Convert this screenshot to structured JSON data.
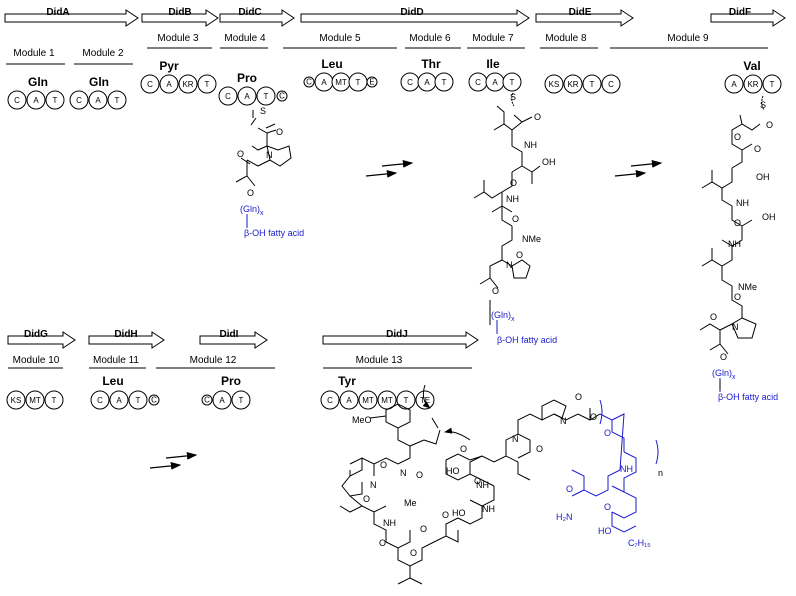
{
  "genes": [
    {
      "id": "DidA",
      "label": "DidA"
    },
    {
      "id": "DidB",
      "label": "DidB"
    },
    {
      "id": "DidC",
      "label": "DidC"
    },
    {
      "id": "DidD",
      "label": "DidD"
    },
    {
      "id": "DidE",
      "label": "DidE"
    },
    {
      "id": "DidF",
      "label": "DidF"
    },
    {
      "id": "DidG",
      "label": "DidG"
    },
    {
      "id": "DidH",
      "label": "DidH"
    },
    {
      "id": "DidI",
      "label": "DidI"
    },
    {
      "id": "DidJ",
      "label": "DidJ"
    }
  ],
  "modules": [
    "Module 1",
    "Module 2",
    "Module 3",
    "Module 4",
    "Module 5",
    "Module 6",
    "Module 7",
    "Module 8",
    "Module 9",
    "Module 10",
    "Module 11",
    "Module 12",
    "Module 13"
  ],
  "residues": [
    "Gln",
    "Gln",
    "Pyr",
    "Pro",
    "Leu",
    "Thr",
    "Ile",
    "Val",
    "Leu",
    "Pro",
    "Tyr"
  ],
  "domains": {
    "m1": [
      "C",
      "A",
      "T"
    ],
    "m2": [
      "C",
      "A",
      "T"
    ],
    "m3": [
      "C",
      "A",
      "KR",
      "T"
    ],
    "m4": [
      "C",
      "A",
      "T",
      "C"
    ],
    "m5": [
      "C",
      "A",
      "MT",
      "T",
      "E"
    ],
    "m6": [
      "C",
      "A",
      "T"
    ],
    "m7": [
      "C",
      "A",
      "T"
    ],
    "m8": [
      "KS",
      "KR",
      "T",
      "C"
    ],
    "m9": [
      "A",
      "KR",
      "T"
    ],
    "m10": [
      "KS",
      "MT",
      "T"
    ],
    "m11": [
      "C",
      "A",
      "T",
      "C"
    ],
    "m12": [
      "C",
      "A",
      "T"
    ],
    "m13": [
      "C",
      "A",
      "MT",
      "MT",
      "T",
      "TE"
    ]
  },
  "chem": {
    "gln": "(Gln)",
    "gln_sub": "x",
    "fatty": "β-OH fatty acid",
    "nh": "NH",
    "oh": "OH",
    "o": "O",
    "s": "S",
    "n": "N",
    "nme": "NMe",
    "me": "Me",
    "meo": "MeO",
    "h2n": "H₂N",
    "ho": "HO",
    "c7h15": "C₇H₁₅",
    "n_repeat": "n"
  },
  "colors": {
    "blue": "#1a1acc",
    "black": "#000000"
  }
}
